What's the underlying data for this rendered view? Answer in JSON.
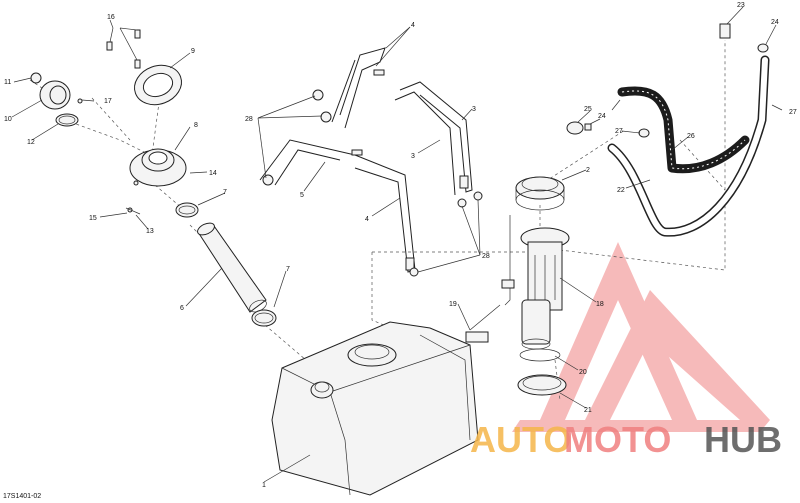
{
  "drawing_code": "17S1401-02",
  "watermark": {
    "part1": "AUTO",
    "part2": "MOTO",
    "part3": "HUB",
    "colors": {
      "auto": "#f5b64a",
      "moto": "#f08080",
      "hub": "#555555",
      "triangle": "#f4a3a3"
    }
  },
  "callouts": {
    "c1": "1",
    "c2": "2",
    "c3a": "3",
    "c3b": "3",
    "c4a": "4",
    "c4b": "4",
    "c5": "5",
    "c6": "6",
    "c7a": "7",
    "c7b": "7",
    "c8": "8",
    "c9": "9",
    "c10": "10",
    "c11": "11",
    "c12": "12",
    "c13": "13",
    "c14": "14",
    "c15": "15",
    "c16": "16",
    "c17": "17",
    "c18": "18",
    "c19": "19",
    "c20": "20",
    "c21": "21",
    "c22": "22",
    "c23": "23",
    "c24a": "24",
    "c24b": "24",
    "c25": "25",
    "c26": "26",
    "c27a": "27",
    "c27b": "27",
    "c28a": "28",
    "c28b": "28"
  }
}
